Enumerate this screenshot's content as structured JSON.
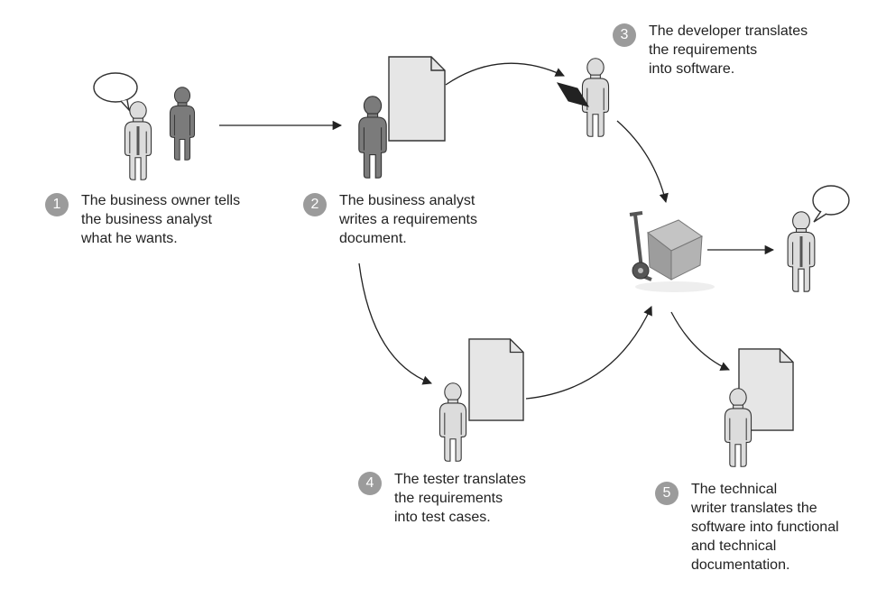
{
  "steps": [
    {
      "number": "1",
      "lines": [
        "The business owner tells",
        "the business analyst",
        "what he wants."
      ]
    },
    {
      "number": "2",
      "lines": [
        "The business analyst",
        "writes a requirements",
        "document."
      ]
    },
    {
      "number": "3",
      "lines": [
        "The developer translates",
        "the requirements",
        "into software."
      ]
    },
    {
      "number": "4",
      "lines": [
        "The tester translates",
        "the requirements",
        "into test cases."
      ]
    },
    {
      "number": "5",
      "lines": [
        "The technical",
        "writer translates the",
        "software into functional",
        "and technical",
        "documentation."
      ]
    }
  ],
  "icons": [
    "person-icon",
    "speech-bubble-icon",
    "document-icon",
    "laptop-icon",
    "hand-truck-icon",
    "box-icon"
  ],
  "colors": {
    "badge": "#9b9b9b",
    "person_light": "#d9d9d9",
    "person_dark": "#7a7a7a",
    "document": "#e6e6e6",
    "outline": "#333333"
  }
}
